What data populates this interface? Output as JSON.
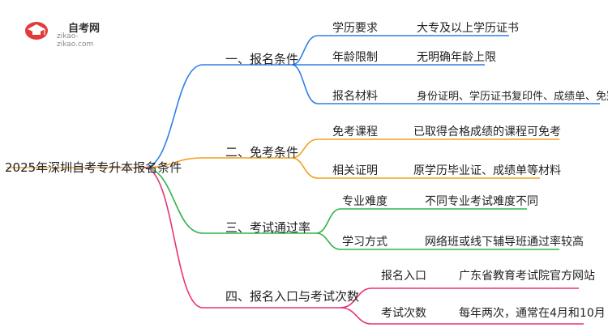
{
  "logo": {
    "title": "自考网",
    "subtitle": "zikao-zikao.com"
  },
  "root": "2025年深圳自考专升本报名条件",
  "branches": [
    {
      "label": "一、报名条件",
      "color": "#2f7fe6",
      "items": [
        {
          "key": "学历要求",
          "value": "大专及以上学历证书"
        },
        {
          "key": "年龄限制",
          "value": "无明确年龄上限"
        },
        {
          "key": "报名材料",
          "value": "身份证明、学历证书复印件、成绩单、免冠照"
        }
      ]
    },
    {
      "label": "二、免考条件",
      "color": "#f0a020",
      "items": [
        {
          "key": "免考课程",
          "value": "已取得合格成绩的课程可免考"
        },
        {
          "key": "相关证明",
          "value": "原学历毕业证、成绩单等材料"
        }
      ]
    },
    {
      "label": "三、考试通过率",
      "color": "#2fb54a",
      "items": [
        {
          "key": "专业难度",
          "value": "不同专业考试难度不同"
        },
        {
          "key": "学习方式",
          "value": "网络班或线下辅导班通过率较高"
        }
      ]
    },
    {
      "label": "四、报名入口与考试次数",
      "color": "#e8327a",
      "items": [
        {
          "key": "报名入口",
          "value": "广东省教育考试院官方网站"
        },
        {
          "key": "考试次数",
          "value": "每年两次，通常在4月和10月"
        }
      ]
    }
  ]
}
